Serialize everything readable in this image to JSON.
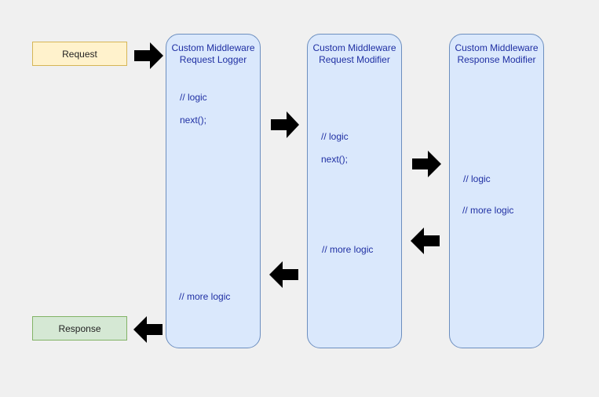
{
  "request_label": "Request",
  "response_label": "Response",
  "columns": [
    {
      "title_line1": "Custom Middleware",
      "title_line2": "Request Logger",
      "logic": "// logic",
      "next": "next();",
      "more_logic": "// more logic"
    },
    {
      "title_line1": "Custom Middleware",
      "title_line2": "Request Modifier",
      "logic": "// logic",
      "next": "next();",
      "more_logic": "// more logic"
    },
    {
      "title_line1": "Custom Middleware",
      "title_line2": "Response Modifier",
      "logic": "// logic",
      "more_logic": "// more logic"
    }
  ],
  "colors": {
    "background": "#f0f0f0",
    "request_fill": "#fff2cc",
    "request_stroke": "#d6b656",
    "response_fill": "#d5e8d4",
    "response_stroke": "#82b366",
    "column_fill": "#dae8fc",
    "column_stroke": "#6c8ebf",
    "code_text": "#1f2fa3",
    "arrow": "#000000"
  },
  "arrows": [
    "right-arrow",
    "right-arrow",
    "right-arrow",
    "left-arrow",
    "left-arrow",
    "left-arrow"
  ]
}
